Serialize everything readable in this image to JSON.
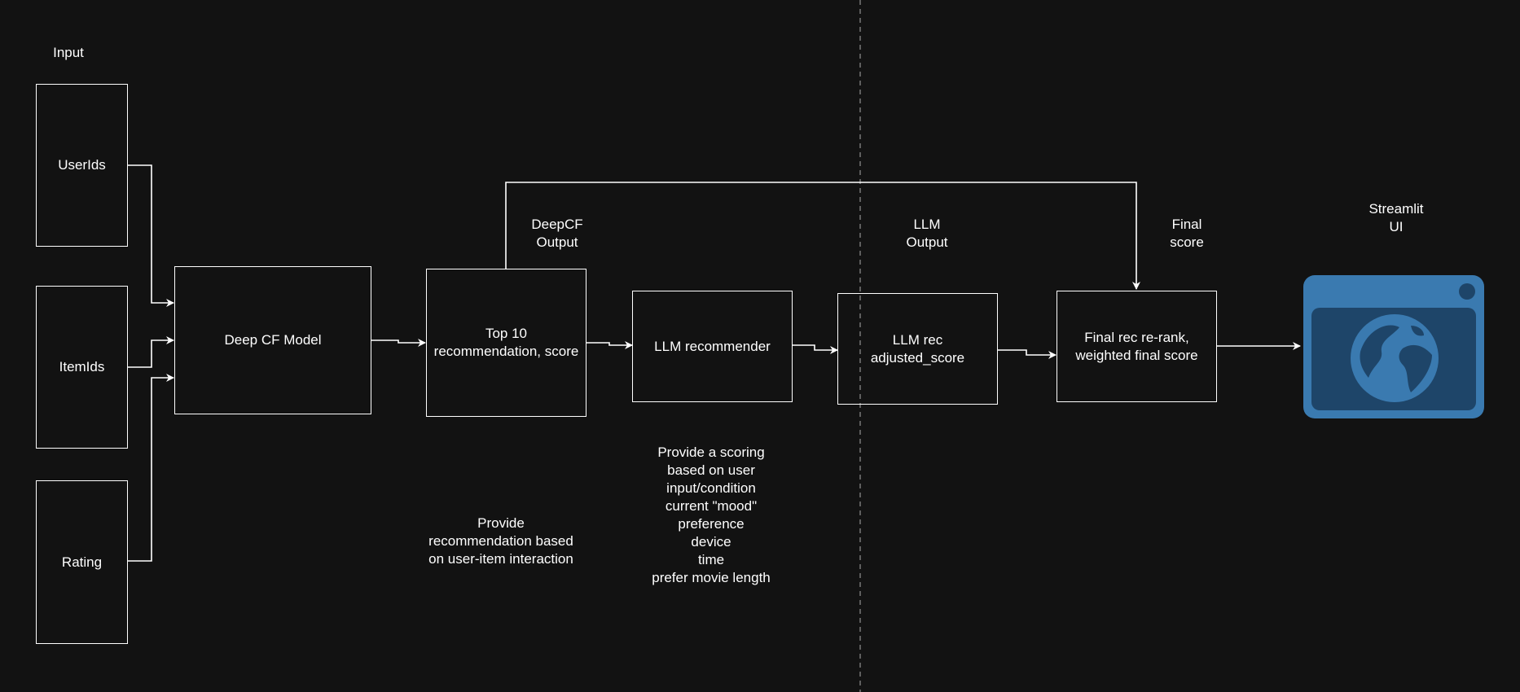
{
  "diagram": {
    "input_label": "Input",
    "inputs": {
      "user_ids": "UserIds",
      "item_ids": "ItemIds",
      "rating": "Rating"
    },
    "deep_cf_model": "Deep CF Model",
    "top10": "Top 10\nrecommendation, score",
    "deepcf_output": "DeepCF\nOutput",
    "llm_recommender": "LLM recommender",
    "llm_output": "LLM\nOutput",
    "llm_rec": "LLM rec\nadjusted_score",
    "final_score": "Final\nscore",
    "final_rerank": "Final rec re-rank,\nweighted final score",
    "streamlit_ui": "Streamlit\nUI",
    "note_deepcf": "Provide\nrecommendation based\non user-item interaction",
    "note_llm": "Provide a scoring\nbased on user\ninput/condition\ncurrent \"mood\"\npreference\ndevice\ntime\nprefer movie length"
  },
  "icons": {
    "streamlit": "browser-globe-icon"
  },
  "colors": {
    "background": "#121212",
    "stroke": "#ffffff",
    "divider": "#777777",
    "icon_blue": "#3a7ab0",
    "icon_dark": "#1e4569"
  }
}
